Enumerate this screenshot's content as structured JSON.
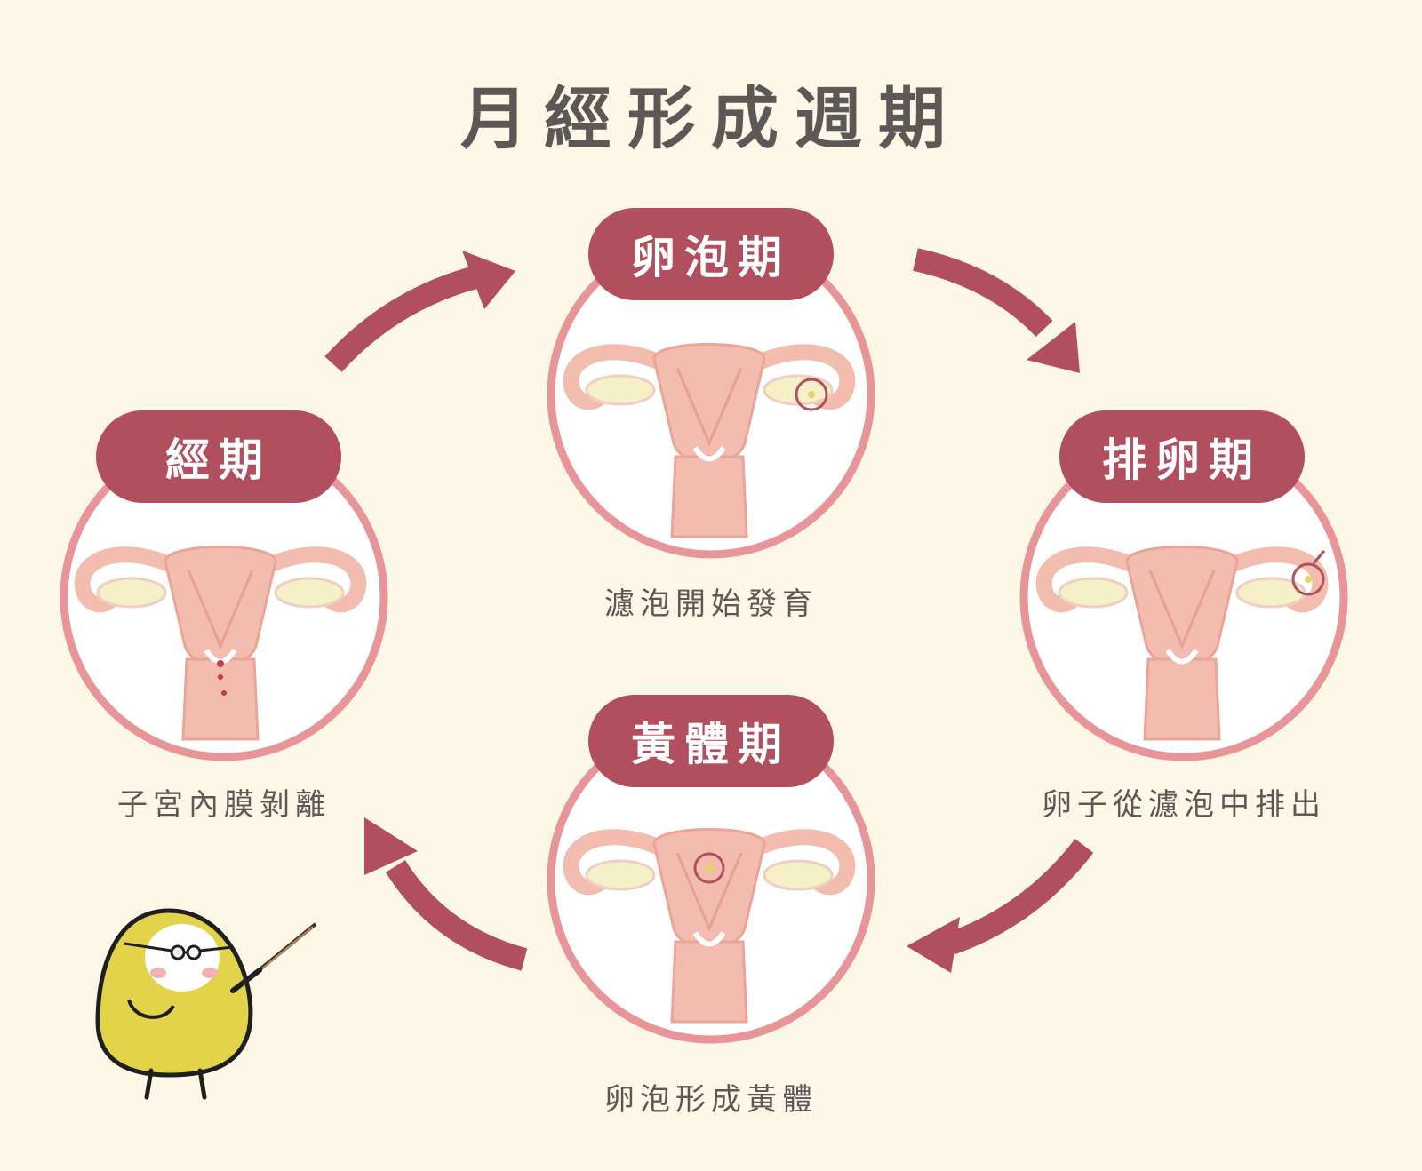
{
  "title": "月經形成週期",
  "colors": {
    "background": "#fcf7e6",
    "pill": "#b14f5f",
    "arrow": "#b14f5f",
    "circle_ring": "#e8959a",
    "uterus": "#f2bcae",
    "text": "#5c5855",
    "mascot": "#e2d34a"
  },
  "stages": [
    {
      "id": "menstrual",
      "label": "經期",
      "caption": "子宮內膜剝離",
      "icon": "uterus-shedding-icon"
    },
    {
      "id": "follicular",
      "label": "卵泡期",
      "caption": "濾泡開始發育",
      "icon": "uterus-follicle-icon"
    },
    {
      "id": "ovulation",
      "label": "排卵期",
      "caption": "卵子從濾泡中排出",
      "icon": "uterus-ovulation-icon"
    },
    {
      "id": "luteal",
      "label": "黃體期",
      "caption": "卵泡形成黃體",
      "icon": "uterus-corpus-luteum-icon"
    }
  ],
  "mascot_icon": "egg-teacher-mascot-icon"
}
